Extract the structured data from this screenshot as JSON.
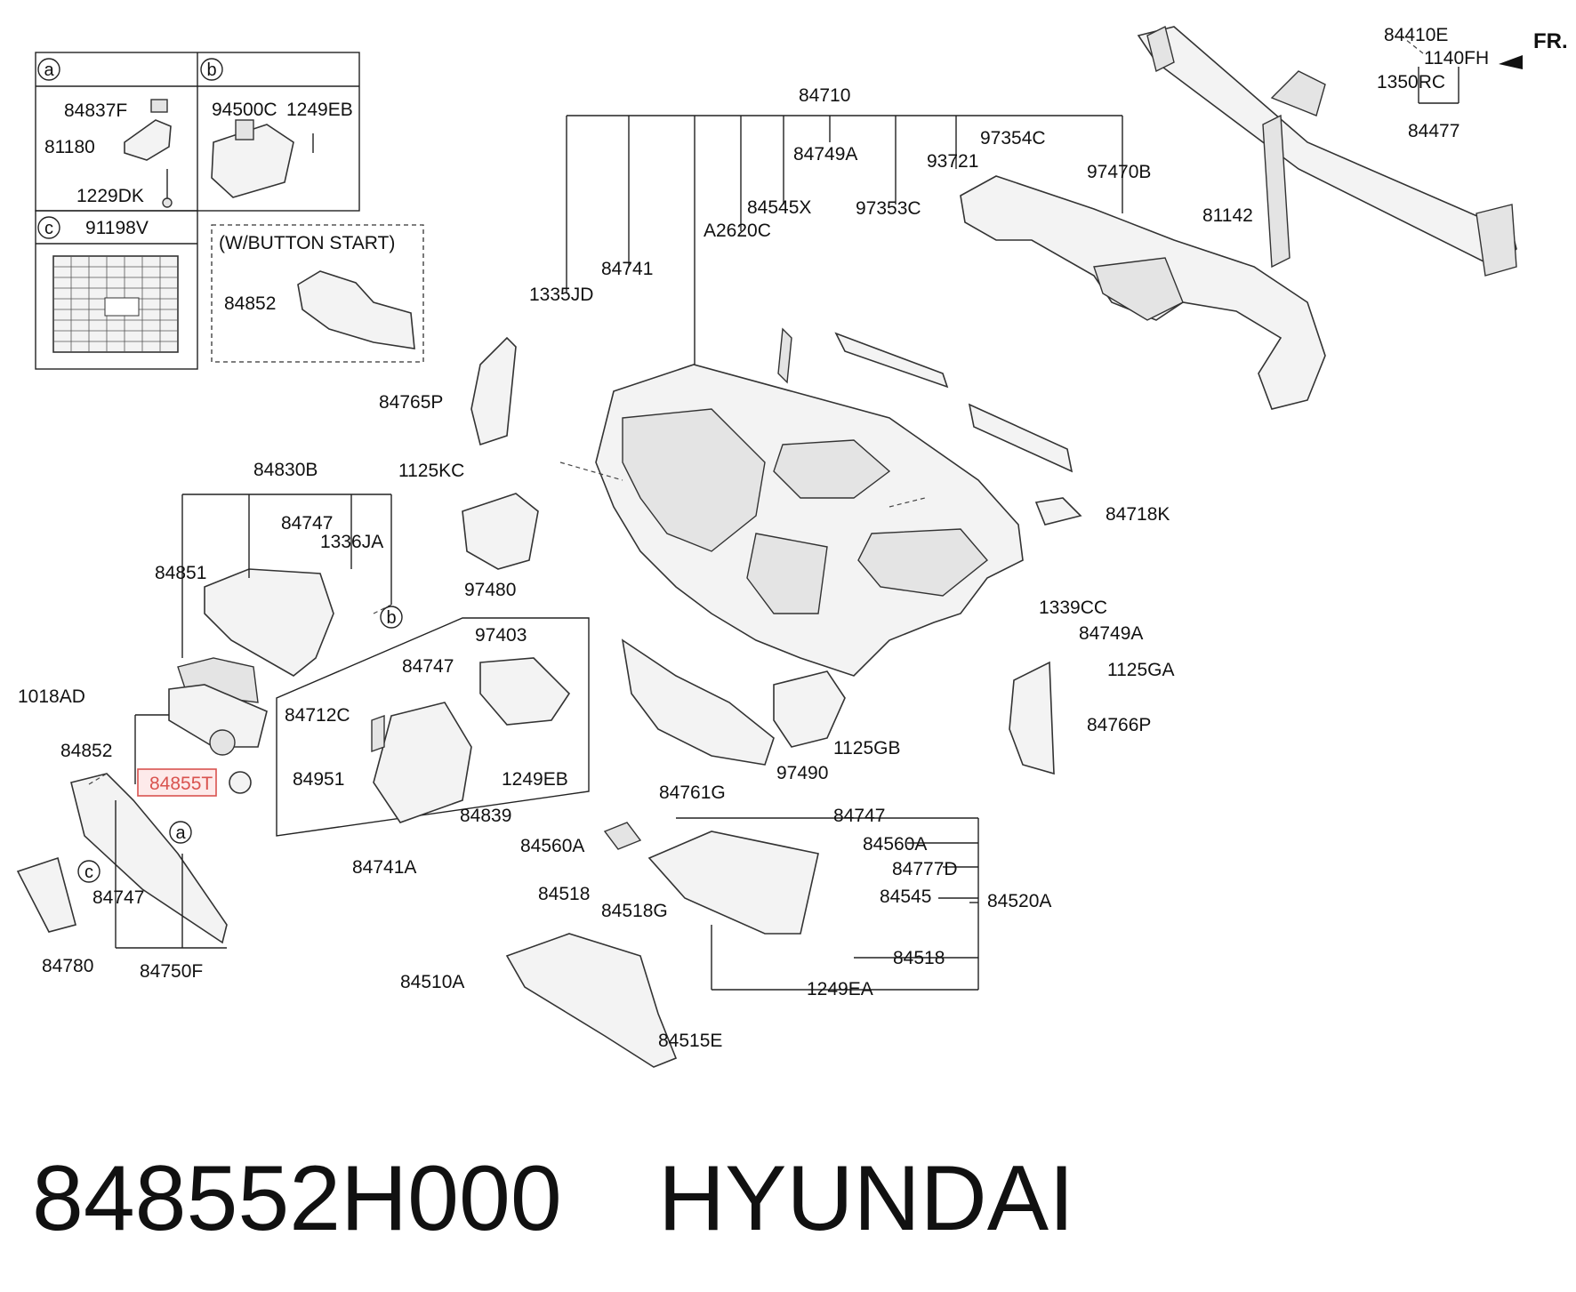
{
  "diagram": {
    "fr_label": "FR.",
    "callouts": {
      "a": "a",
      "b": "b",
      "c": "c"
    },
    "inset_note": "(W/BUTTON START)",
    "parts": {
      "p84710": "84710",
      "p84410E": "84410E",
      "p1140FH": "1140FH",
      "p1350RC": "1350RC",
      "p84477": "84477",
      "p81142": "81142",
      "p97354C": "97354C",
      "p97470B": "97470B",
      "p93721": "93721",
      "p97353C": "97353C",
      "p84749A_top": "84749A",
      "p84545X": "84545X",
      "pA2620C": "A2620C",
      "p84741": "84741",
      "p1335JD": "1335JD",
      "p84765P": "84765P",
      "p1125KC": "1125KC",
      "p97480": "97480",
      "p84718K": "84718K",
      "p1339CC": "1339CC",
      "p84749A": "84749A",
      "p1125GA": "1125GA",
      "p84766P": "84766P",
      "p1125GB": "1125GB",
      "p97490": "97490",
      "p84761G": "84761G",
      "p84837F": "84837F",
      "p81180": "81180",
      "p1229DK": "1229DK",
      "p94500C": "94500C",
      "p1249EB_b": "1249EB",
      "p91198V": "91198V",
      "p84852_inset": "84852",
      "p84830B": "84830B",
      "p84747_a": "84747",
      "p1336JA": "1336JA",
      "p84851": "84851",
      "p1018AD": "1018AD",
      "p84852": "84852",
      "p84855T": "84855T",
      "p84747_b": "84747",
      "p84780": "84780",
      "p84750F": "84750F",
      "p97403": "97403",
      "p84747_c": "84747",
      "p84712C": "84712C",
      "p84951": "84951",
      "p1249EB": "1249EB",
      "p84839": "84839",
      "p84741A": "84741A",
      "p84747_d": "84747",
      "p84560A_r": "84560A",
      "p84560A_l": "84560A",
      "p84777D": "84777D",
      "p84518_l": "84518",
      "p84545": "84545",
      "p84520A": "84520A",
      "p84518G": "84518G",
      "p84518_r": "84518",
      "p84510A": "84510A",
      "p1249EA": "1249EA",
      "p84515E": "84515E"
    }
  },
  "caption": {
    "part_number": "848552H000",
    "brand": "HYUNDAI"
  },
  "colors": {
    "highlight": "#d9534f"
  }
}
